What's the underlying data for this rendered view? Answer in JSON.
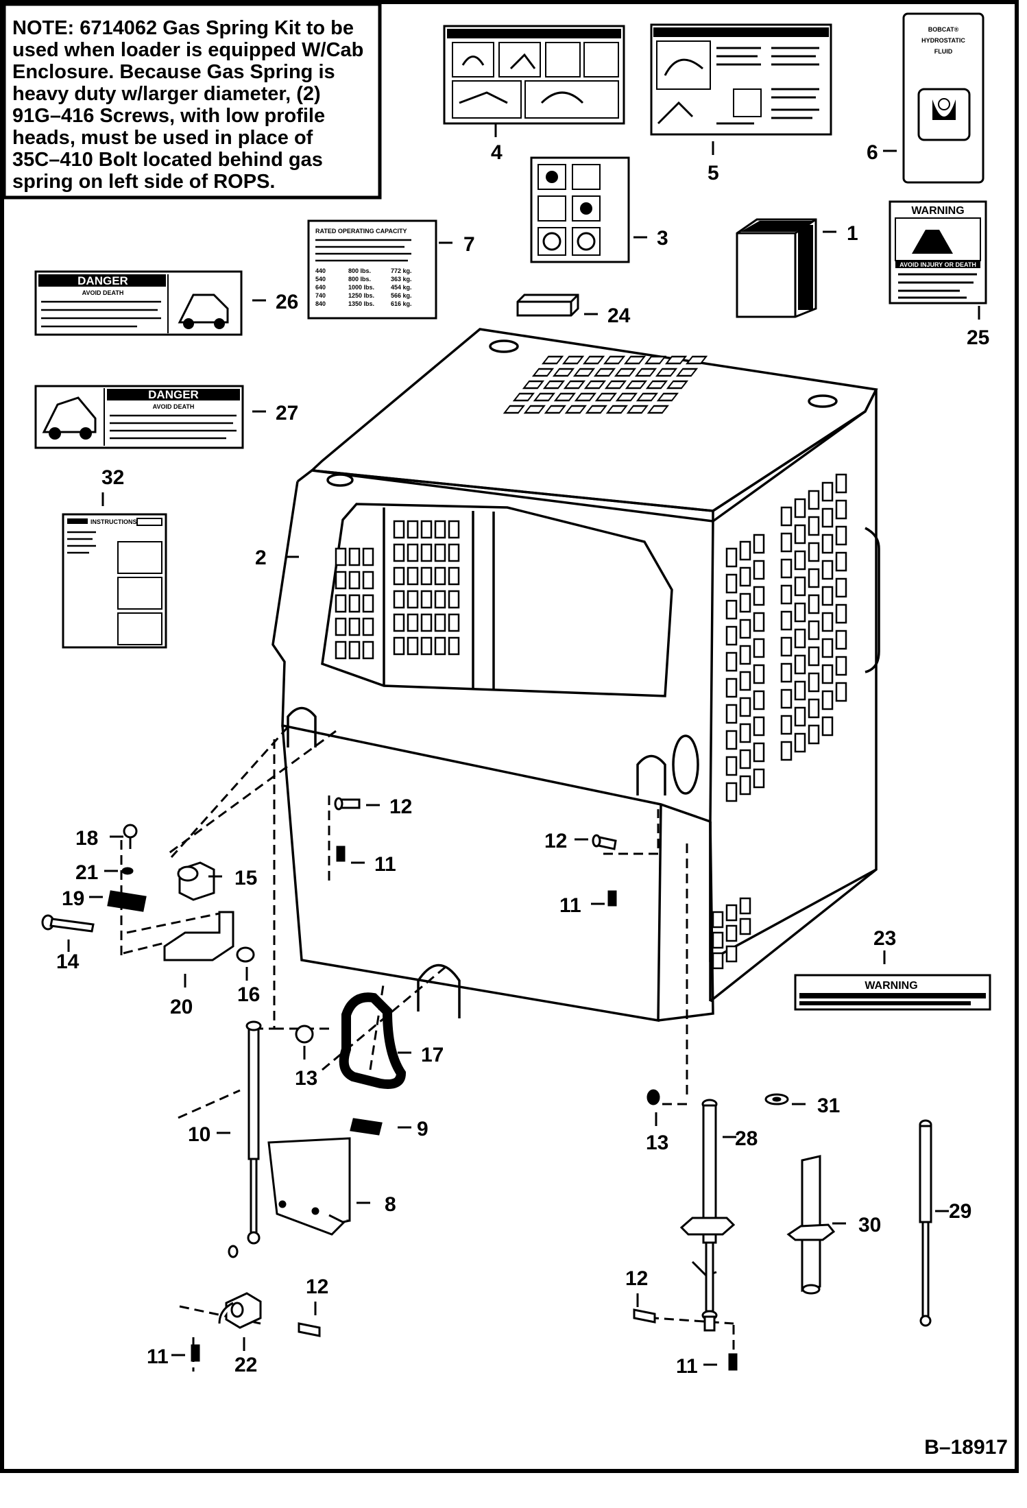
{
  "note": {
    "lines": [
      "NOTE: 6714062 Gas Spring Kit to be",
      "used when loader is equipped W/Cab",
      "Enclosure. Because Gas Spring is",
      "heavy duty w/larger diameter, (2)",
      "91G–416 Screws, with low profile",
      "heads, must be used in place of",
      "35C–410 Bolt located behind gas",
      "spring on left side of ROPS."
    ]
  },
  "figure_id": "B–18917",
  "callouts": {
    "c1": "1",
    "c2": "2",
    "c3": "3",
    "c4": "4",
    "c5": "5",
    "c6": "6",
    "c7": "7",
    "c8": "8",
    "c9": "9",
    "c10": "10",
    "c11a": "11",
    "c11b": "11",
    "c11c": "11",
    "c11d": "11",
    "c12a": "12",
    "c12b": "12",
    "c12c": "12",
    "c12d": "12",
    "c13a": "13",
    "c13b": "13",
    "c14": "14",
    "c15": "15",
    "c16": "16",
    "c17": "17",
    "c18": "18",
    "c19": "19",
    "c20": "20",
    "c21": "21",
    "c22": "22",
    "c23": "23",
    "c24": "24",
    "c25": "25",
    "c26": "26",
    "c27": "27",
    "c28": "28",
    "c29": "29",
    "c30": "30",
    "c31": "31",
    "c32": "32"
  },
  "decals": {
    "danger26": {
      "header": "DANGER",
      "sub": "AVOID DEATH"
    },
    "danger27": {
      "header": "DANGER",
      "sub": "AVOID DEATH"
    },
    "warning25": {
      "header": "WARNING",
      "sub": "AVOID INJURY OR DEATH"
    },
    "warning23": {
      "header": "WARNING"
    },
    "fluid6": {
      "line1": "BOBCAT®",
      "line2": "HYDROSTATIC",
      "line3": "FLUID"
    },
    "capacity7": {
      "title": "RATED OPERATING CAPACITY",
      "rows": [
        [
          "440",
          "800 lbs.",
          "772 kg."
        ],
        [
          "540",
          "800 lbs.",
          "363 kg."
        ],
        [
          "640",
          "1000 lbs.",
          "454 kg."
        ],
        [
          "740",
          "1250 lbs.",
          "566 kg."
        ],
        [
          "840",
          "1350 lbs.",
          "616 kg."
        ]
      ]
    },
    "instructions32": {
      "title": "INSTRUCTIONS"
    }
  },
  "colors": {
    "ink": "#000000",
    "paper": "#ffffff"
  }
}
